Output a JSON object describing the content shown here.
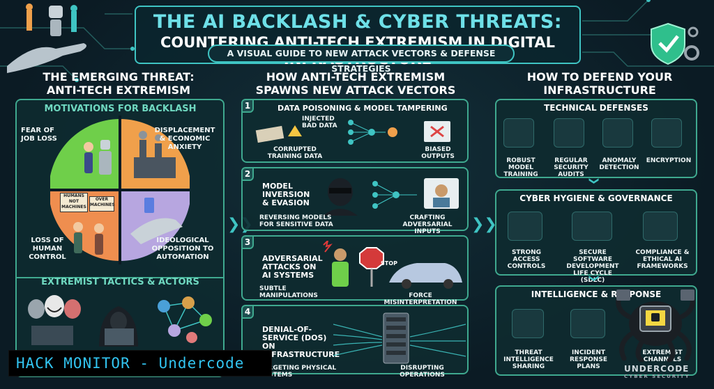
{
  "header": {
    "title_line1": "THE AI BACKLASH & CYBER THREATS:",
    "title_line2": "COUNTERING ANTI-TECH EXTREMISM IN DIGITAL INFRASTRUCTURE",
    "subtitle": "A VISUAL GUIDE TO NEW ATTACK VECTORS & DEFENSE STRATEGIES"
  },
  "left": {
    "heading_line1": "THE EMERGING THREAT:",
    "heading_line2": "ANTI-TECH EXTREMISM",
    "motivations_label": "MOTIVATIONS FOR BACKLASH",
    "quadrants": [
      {
        "label": "FEAR OF JOB LOSS",
        "color": "#6fcf4a"
      },
      {
        "label": "DISPLACEMENT & ECONOMIC ANXIETY",
        "color": "#f0a04b"
      },
      {
        "label": "LOSS OF HUMAN CONTROL",
        "color": "#ef8e4f"
      },
      {
        "label": "IDEOLOGICAL OPPOSITION TO AUTOMATION",
        "color": "#b7a6e0"
      }
    ],
    "sign1": "HUMANS\nNOT\nMACHINES",
    "sign2": "OVER\nMACHINES",
    "tactics_label": "EXTREMIST TACTICS & ACTORS"
  },
  "middle": {
    "heading_line1": "HOW ANTI-TECH EXTREMISM",
    "heading_line2": "SPAWNS NEW ATTACK VECTORS",
    "vectors": [
      {
        "num": "1",
        "title": "DATA POISONING & MODEL TAMPERING",
        "a": "INJECTED BAD DATA",
        "b": "CORRUPTED TRAINING DATA",
        "c": "BIASED OUTPUTS"
      },
      {
        "num": "2",
        "title": "MODEL INVERSION & EVASION",
        "a": "REVERSING MODELS FOR SENSITIVE DATA",
        "b": "CRAFTING ADVERSARIAL INPUTS"
      },
      {
        "num": "3",
        "title": "ADVERSARIAL ATTACKS ON AI SYSTEMS",
        "a": "SUBTLE MANIPULATIONS",
        "b": "FORCE MISINTERPRETATION",
        "sign": "STOP"
      },
      {
        "num": "4",
        "title": "DENIAL-OF-SERVICE (DoS) ON INFRASTRUCTURE",
        "a": "TARGETING PHYSICAL SYSTEMS",
        "b": "DISRUPTING OPERATIONS"
      }
    ]
  },
  "right": {
    "heading_line1": "HOW TO DEFEND YOUR",
    "heading_line2": "INFRASTRUCTURE",
    "sections": [
      {
        "title": "TECHNICAL DEFENSES",
        "items": [
          "ROBUST MODEL TRAINING",
          "REGULAR SECURITY AUDITS",
          "ANOMALY DETECTION",
          "ENCRYPTION"
        ]
      },
      {
        "title": "CYBER HYGIENE & GOVERNANCE",
        "items": [
          "STRONG ACCESS CONTROLS",
          "SECURE SOFTWARE DEVELOPMENT LIFE CYCLE (SDLC)",
          "COMPLIANCE & ETHICAL AI FRAMEWORKS"
        ]
      },
      {
        "title": "INTELLIGENCE & RESPONSE",
        "items": [
          "THREAT INTELLIGENCE SHARING",
          "INCIDENT RESPONSE PLANS",
          "EXTREMIST CHANNELS"
        ]
      }
    ]
  },
  "overlay": {
    "banner": "HACK MONITOR - Undercode",
    "watermark": "UNDERCODE",
    "watermark_sub": "CYBER SECURITY"
  },
  "colors": {
    "accent": "#3fc4c3",
    "panel_border": "#3fa98f",
    "background": "#0b1b24"
  }
}
